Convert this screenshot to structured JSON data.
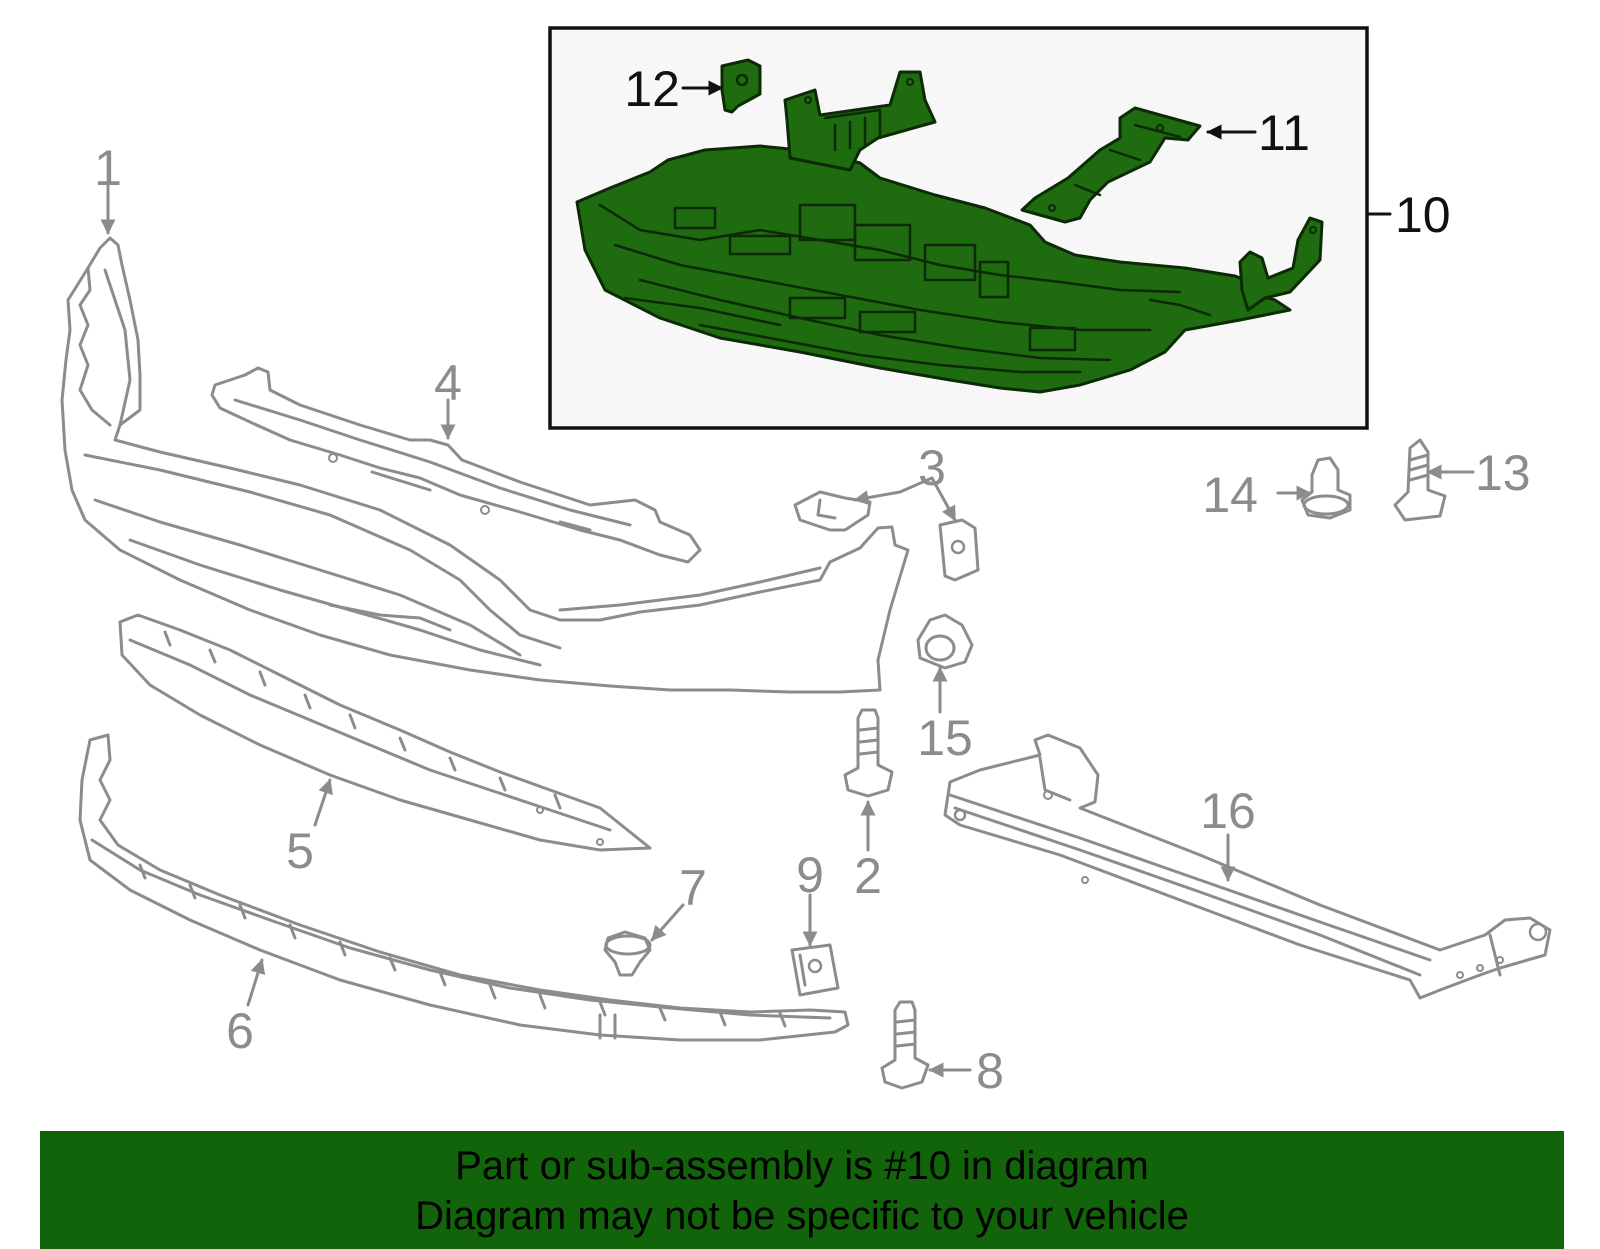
{
  "diagram": {
    "highlighted_part": "10",
    "colors": {
      "highlight": "#1f6b10",
      "banner": "#12640a",
      "inset_background": "#f7f7f7",
      "part_outline": "#8c8c8c"
    },
    "callouts": [
      "1",
      "2",
      "3",
      "4",
      "5",
      "6",
      "7",
      "8",
      "9",
      "10",
      "11",
      "12",
      "13",
      "14",
      "15",
      "16"
    ]
  },
  "banner": {
    "line1": "Part or sub-assembly is #10 in diagram",
    "line2": "Diagram may not be specific to your vehicle"
  }
}
